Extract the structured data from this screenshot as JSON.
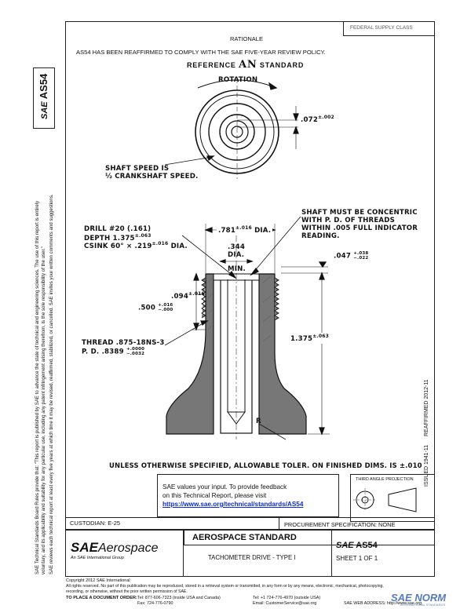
{
  "header": {
    "stamp": "FEDERAL SUPPLY CLASS",
    "rationale_title": "RATIONALE",
    "rationale_text": "AS54 HAS BEEN REAFFIRMED TO COMPLY WITH THE SAE FIVE-YEAR REVIEW POLICY.",
    "reference_prefix": "REFERENCE",
    "reference_letters": "AN",
    "reference_suffix": "STANDARD"
  },
  "side": {
    "doc_id_logo": "SAE",
    "doc_id": "AS54",
    "legal_line1": "SAE Technical Standards Board Rules provide that: \"This report is published by SAE to advance the state of technical and engineering sciences. The use of this report is entirely",
    "legal_line2": "voluntary, and its applicability and suitability for any particular use, including any patent infringement arising therefrom, is the sole responsibility of the user.\"",
    "legal_line3": "SAE reviews each technical report at least every five years at which time it may be revised, reaffirmed, stabilized, or cancelled. SAE invites your written comments and suggestions.",
    "issue_date": "ISSUED 1941-11",
    "reaffirmed": "REAFFIRMED 2012-11"
  },
  "drawing": {
    "top_view": {
      "rotation": "ROTATION",
      "dim_top": ".072",
      "dim_top_tol": "±.002",
      "shaft_speed_1": "SHAFT SPEED IS",
      "shaft_speed_2": "½ CRANKSHAFT SPEED."
    },
    "section": {
      "drill_1": "DRILL #20 (.161)",
      "drill_2": "DEPTH 1.375",
      "drill_2_tol": "±.063",
      "drill_3": "CSINK 60° × .219",
      "drill_3_tol": "±.016",
      "drill_3_end": "DIA.",
      "dia_781": ".781",
      "dia_781_tol": "±.016",
      "dia_781_end": "DIA.",
      "min_344_1": ".344",
      "min_344_2": "DIA.",
      "min_344_3": "MIN.",
      "concentric_1": "SHAFT MUST BE CONCENTRIC",
      "concentric_2": "WITH P. D. OF THREADS",
      "concentric_3": "WITHIN .005 FULL INDICATOR",
      "concentric_4": "READING.",
      "dim_047": ".047",
      "dim_047_tol_up": "+.038",
      "dim_047_tol_dn": "−.022",
      "dim_094": ".094",
      "dim_094_tol": "±.016",
      "dim_500": ".500",
      "dim_500_tol_up": "+.016",
      "dim_500_tol_dn": "−.000",
      "thread_1": "THREAD .875-18NS-3",
      "thread_2": "P. D. .8389",
      "thread_2_tol_up": "+.0000",
      "thread_2_tol_dn": "−.0032",
      "dim_1375": "1.375",
      "dim_1375_tol": "±.063",
      "radius": "R",
      "tolerance_note": "UNLESS OTHERWISE SPECIFIED, ALLOWABLE TOLER. ON FINISHED DIMS. IS ±.010"
    }
  },
  "feedback": {
    "line1": "SAE values your input. To provide feedback",
    "line2": "on this Technical Report, please visit",
    "link": "https://www.sae.org/technical/standards/AS54"
  },
  "projection": {
    "label": "THIRD ANGLE PROJECTION"
  },
  "title_block": {
    "custodian": "CUSTODIAN: E-25",
    "procurement": "PROCUREMENT SPECIFICATION: NONE",
    "logo_sae": "SAE",
    "logo_aero": "Aerospace",
    "logo_sub": "An SAE International Group",
    "standard_title": "AEROSPACE STANDARD",
    "part_name": "TACHOMETER DRIVE - TYPE I",
    "num_logo": "SAE",
    "doc_number": "AS54",
    "sheet": "SHEET 1 OF 1"
  },
  "footer": {
    "copyright": "Copyright 2012 SAE International",
    "rights_1": "All rights reserved. No part of this publication may be reproduced, stored in a retrieval system or transmitted, in any form or by any means, electronic, mechanical, photocopying,",
    "rights_2": "recording, or otherwise, without the prior written permission of SAE.",
    "order_label": "TO PLACE A DOCUMENT ORDER:",
    "tel_1": "Tel: 877-606-7323 (inside USA and Canada)",
    "fax": "Fax: 724-776-0790",
    "tel_2": "Tel: +1 724-776-4970 (outside USA)",
    "email": "Email: CustomerService@sae.org",
    "web": "SAE WEB ADDRESS: http://www.sae.org",
    "watermark": "SAE NORM",
    "watermark_sub": "INTERNATIONAL STANDARDS"
  }
}
